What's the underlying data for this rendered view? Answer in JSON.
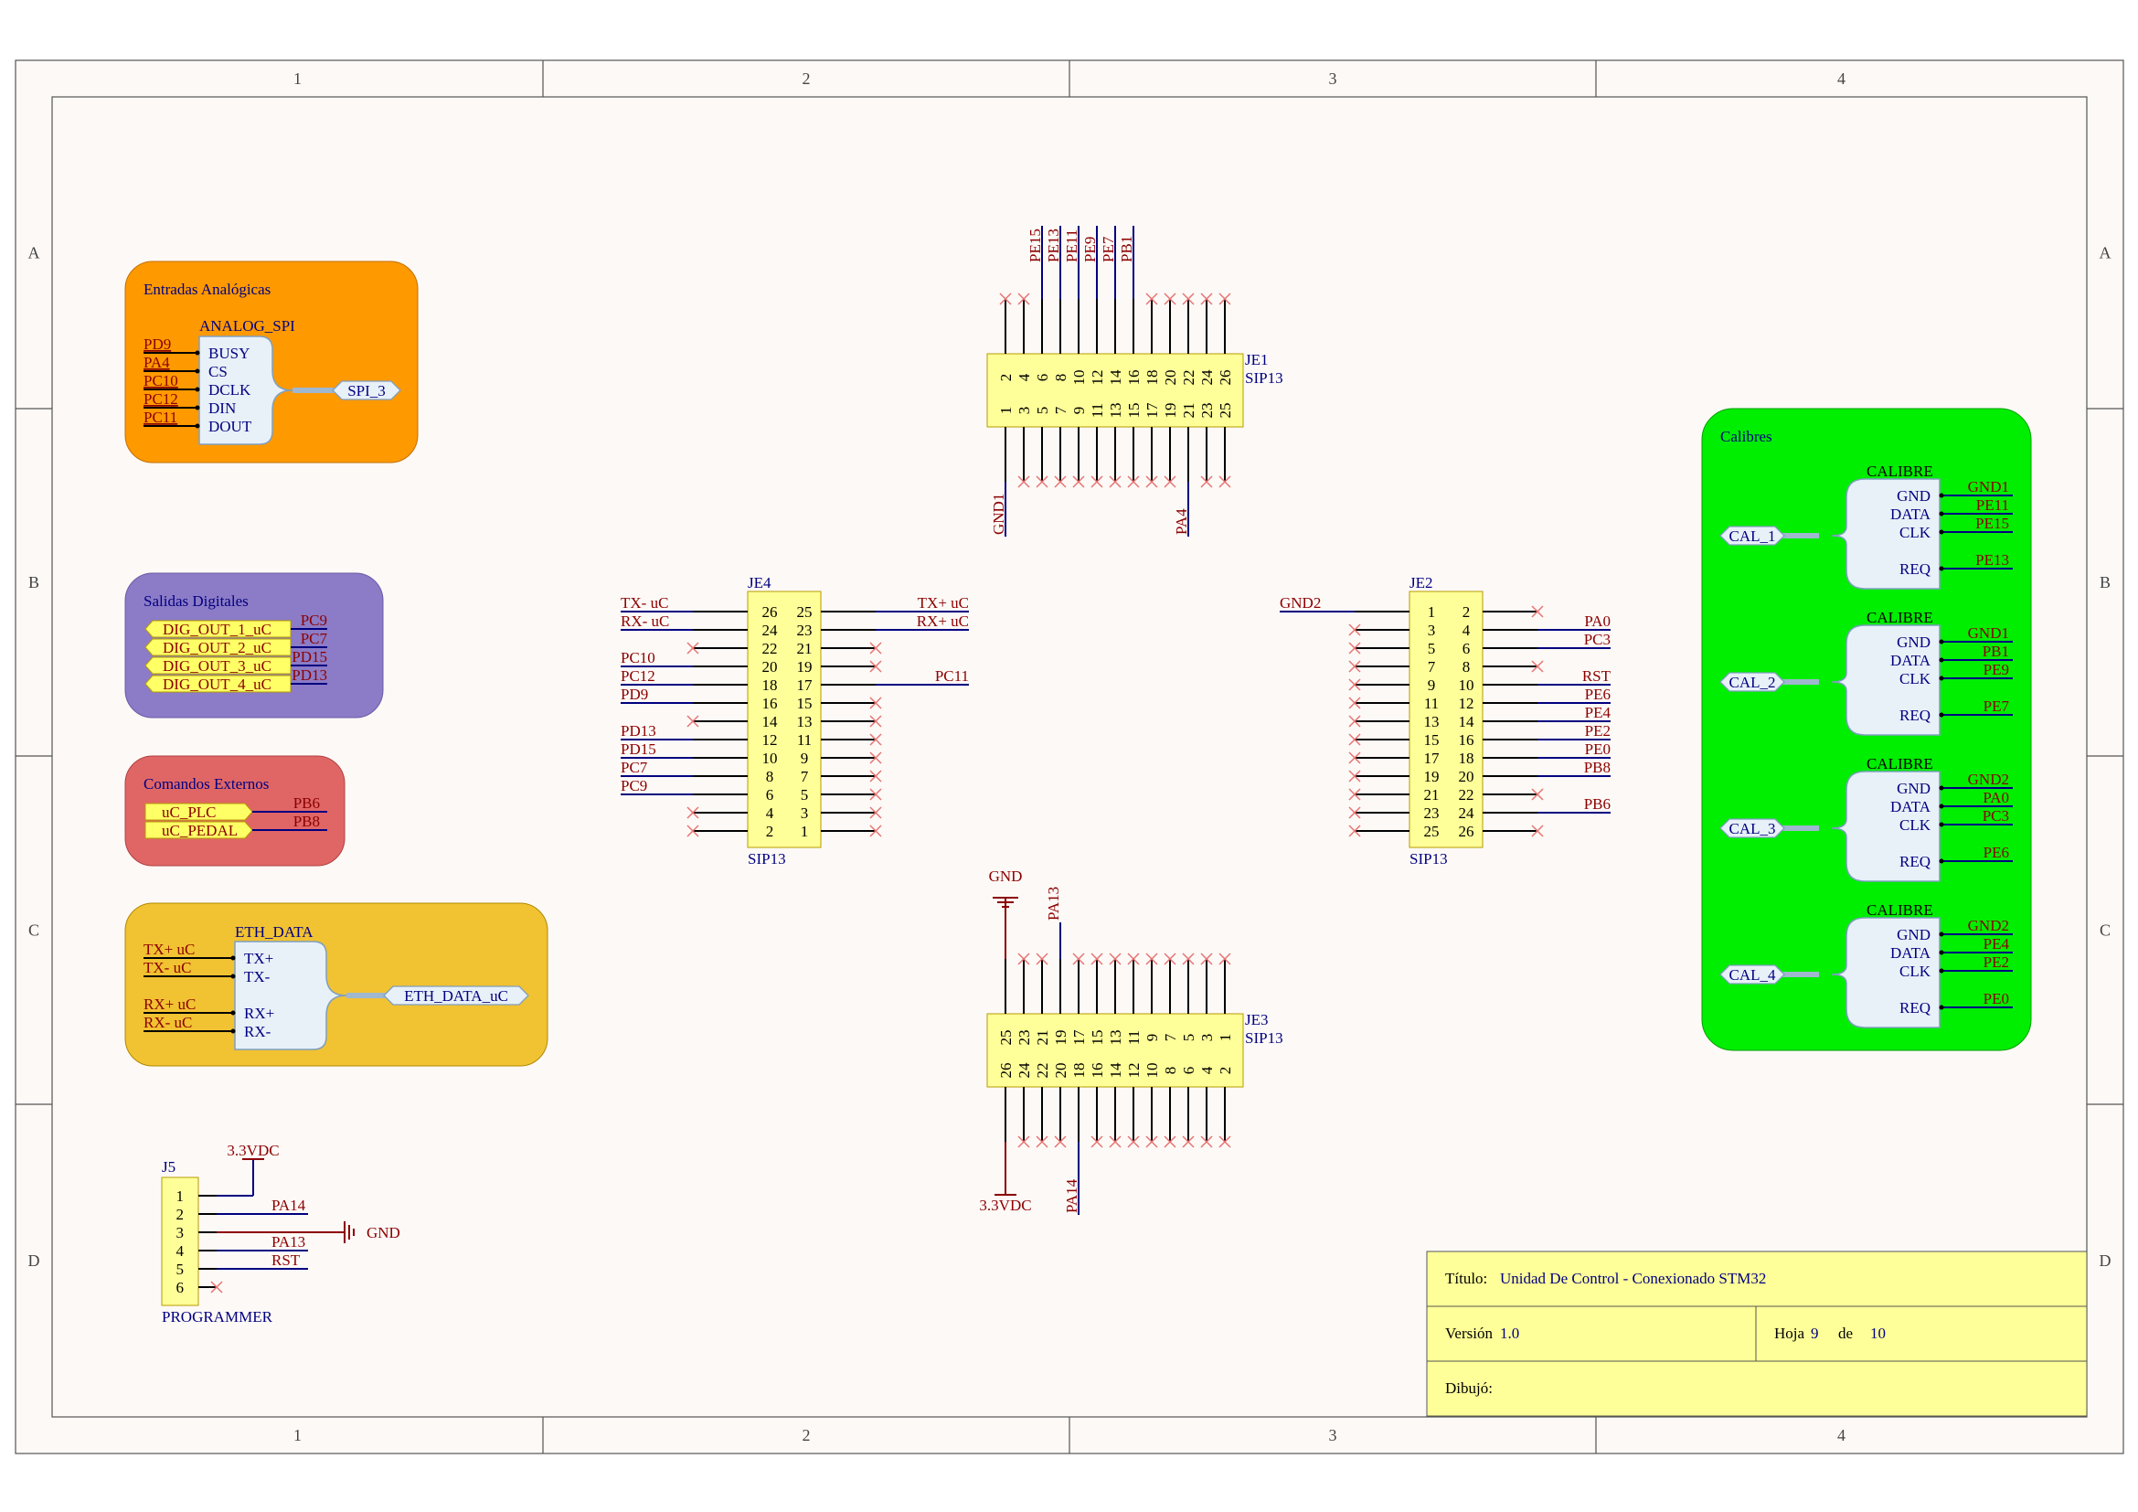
{
  "sheet": {
    "columns": [
      "1",
      "2",
      "3",
      "4"
    ],
    "rows": [
      "A",
      "B",
      "C",
      "D"
    ]
  },
  "groups": {
    "entradas": {
      "title": "Entradas Analógicas",
      "block": "ANALOG_SPI",
      "ports": [
        "BUSY",
        "CS",
        "DCLK",
        "DIN",
        "DOUT"
      ],
      "nets": [
        "PD9",
        "PA4",
        "PC10",
        "PC12",
        "PC11"
      ],
      "bus": "SPI_3",
      "color": "#ff9900"
    },
    "salidas": {
      "title": "Salidas Digitales",
      "ports": [
        "DIG_OUT_1_uC",
        "DIG_OUT_2_uC",
        "DIG_OUT_3_uC",
        "DIG_OUT_4_uC"
      ],
      "nets": [
        "PC9",
        "PC7",
        "PD15",
        "PD13"
      ],
      "color": "#8c7bc6"
    },
    "comandos": {
      "title": "Comandos Externos",
      "ports": [
        "uC_PLC",
        "uC_PEDAL"
      ],
      "nets": [
        "PB6",
        "PB8"
      ],
      "color": "#e06666"
    },
    "eth": {
      "block": "ETH_DATA",
      "ports": [
        "TX+",
        "TX-",
        "RX+",
        "RX-"
      ],
      "nets": [
        "TX+ uC",
        "TX- uC",
        "RX+ uC",
        "RX- uC"
      ],
      "bus": "ETH_DATA_uC",
      "color": "#f1c232"
    },
    "calibres": {
      "title": "Calibres",
      "color": "#00ee00",
      "items": [
        {
          "block": "CALIBRE",
          "ports": [
            "GND",
            "DATA",
            "CLK",
            "REQ"
          ],
          "nets": [
            "GND1",
            "PE11",
            "PE15",
            "PE13"
          ],
          "bus": "CAL_1"
        },
        {
          "block": "CALIBRE",
          "ports": [
            "GND",
            "DATA",
            "CLK",
            "REQ"
          ],
          "nets": [
            "GND1",
            "PB1",
            "PE9",
            "PE7"
          ],
          "bus": "CAL_2"
        },
        {
          "block": "CALIBRE",
          "ports": [
            "GND",
            "DATA",
            "CLK",
            "REQ"
          ],
          "nets": [
            "GND2",
            "PA0",
            "PC3",
            "PE6"
          ],
          "bus": "CAL_3"
        },
        {
          "block": "CALIBRE",
          "ports": [
            "GND",
            "DATA",
            "CLK",
            "REQ"
          ],
          "nets": [
            "GND2",
            "PE4",
            "PE2",
            "PE0"
          ],
          "bus": "CAL_4"
        }
      ]
    }
  },
  "connectors": {
    "je1": {
      "designator": "JE1",
      "type": "SIP13",
      "top_pins": [
        "2",
        "4",
        "6",
        "8",
        "10",
        "12",
        "14",
        "16",
        "18",
        "20",
        "22",
        "24",
        "26"
      ],
      "bottom_pins": [
        "1",
        "3",
        "5",
        "7",
        "9",
        "11",
        "13",
        "15",
        "17",
        "19",
        "21",
        "23",
        "25"
      ],
      "top_nets": [
        "PE15",
        "PE13",
        "PE11",
        "PE9",
        "PE7",
        "PB1"
      ],
      "bottom_nets": [
        "GND1",
        "PA4"
      ]
    },
    "je3": {
      "designator": "JE3",
      "type": "SIP13",
      "top_pins": [
        "25",
        "23",
        "21",
        "19",
        "17",
        "15",
        "13",
        "11",
        "9",
        "7",
        "5",
        "3",
        "1"
      ],
      "bottom_pins": [
        "26",
        "24",
        "22",
        "20",
        "18",
        "16",
        "14",
        "12",
        "10",
        "8",
        "6",
        "4",
        "2"
      ],
      "top_net": "PA13",
      "bottom_net": "PA14",
      "gnd_label": "GND",
      "supply_label": "3.3VDC"
    },
    "je4": {
      "designator": "JE4",
      "type": "SIP13",
      "left_pins": [
        "26",
        "24",
        "22",
        "20",
        "18",
        "16",
        "14",
        "12",
        "10",
        "8",
        "6",
        "4",
        "2"
      ],
      "right_pins": [
        "25",
        "23",
        "21",
        "19",
        "17",
        "15",
        "13",
        "11",
        "9",
        "7",
        "5",
        "3",
        "1"
      ],
      "left_nets": [
        "TX- uC",
        "RX- uC",
        "",
        "PC10",
        "PC12",
        "PD9",
        "",
        "PD13",
        "PD15",
        "PC7",
        "PC9",
        "",
        ""
      ],
      "right_nets": [
        "TX+ uC",
        "RX+ uC",
        "",
        "",
        "PC11",
        "",
        "",
        "",
        "",
        "",
        "",
        "",
        ""
      ]
    },
    "je2": {
      "designator": "JE2",
      "type": "SIP13",
      "left_pins": [
        "1",
        "3",
        "5",
        "7",
        "9",
        "11",
        "13",
        "15",
        "17",
        "19",
        "21",
        "23",
        "25"
      ],
      "right_pins": [
        "2",
        "4",
        "6",
        "8",
        "10",
        "12",
        "14",
        "16",
        "18",
        "20",
        "22",
        "24",
        "26"
      ],
      "left_nets": [
        "GND2",
        "",
        "",
        "",
        "",
        "",
        "",
        "",
        "",
        "",
        "",
        "",
        ""
      ],
      "right_nets": [
        "",
        "PA0",
        "PC3",
        "",
        "RST",
        "PE6",
        "PE4",
        "PE2",
        "PE0",
        "PB8",
        "",
        "PB6",
        ""
      ]
    },
    "j5": {
      "designator": "J5",
      "type": "PROGRAMMER",
      "pins": [
        "1",
        "2",
        "3",
        "4",
        "5",
        "6"
      ],
      "nets": [
        "3.3VDC",
        "PA14",
        "GND",
        "PA13",
        "RST"
      ],
      "gnd_label": "GND"
    }
  },
  "title_block": {
    "titulo_label": "Título:",
    "titulo": "Unidad De Control - Conexionado STM32",
    "version_label": "Versión",
    "version": "1.0",
    "hoja_label": "Hoja",
    "hoja": "9",
    "de_label": "de",
    "total": "10",
    "dibujo_label": "Dibujó:",
    "background": "#ffff99"
  }
}
